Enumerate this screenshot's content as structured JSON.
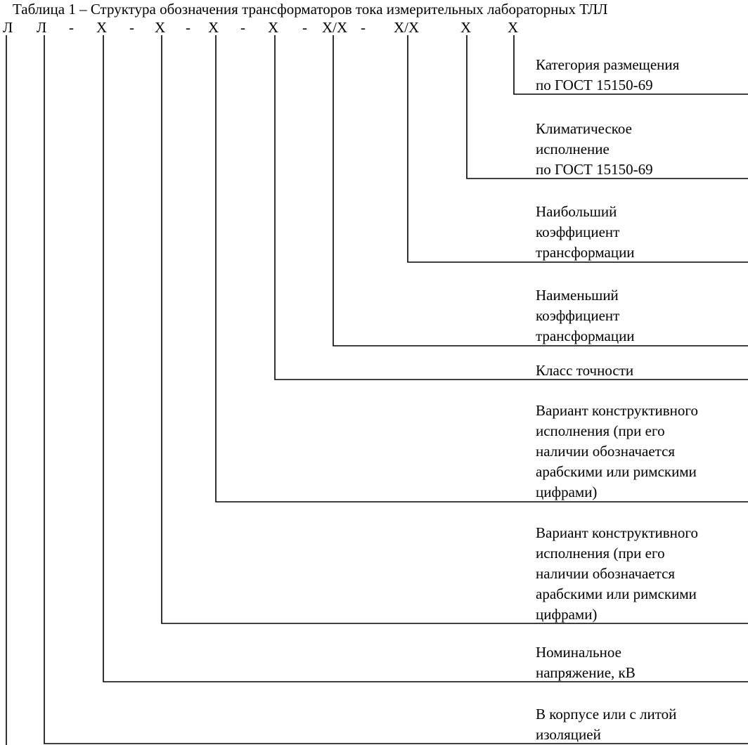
{
  "title": "Таблица 1 – Структура обозначения трансформаторов тока измерительных лабораторных ТЛЛ",
  "designation": {
    "symbols": [
      "Л",
      "Л",
      "-",
      "Х",
      "-",
      "Х",
      "-",
      "Х",
      "-",
      "Х",
      "-",
      "Х/Х",
      "-",
      "Х/Х",
      "Х",
      "Х"
    ]
  },
  "descriptions": [
    "Категория размещения\nпо ГОСТ 15150-69",
    "Климатическое\nисполнение\nпо ГОСТ 15150-69",
    "Наибольший\nкоэффициент\nтрансформации",
    "Наименьший\nкоэффициент\nтрансформации",
    "Класс точности",
    "Вариант конструктивного\nисполнения (при его\nналичии обозначается\nарабскими или римскими\nцифрами)",
    "Вариант конструктивного\nисполнения (при его\nналичии обозначается\nарабскими или римскими\nцифрами)",
    "Номинальное\nнапряжение, кВ",
    "В корпусе или с литой\nизоляцией"
  ]
}
